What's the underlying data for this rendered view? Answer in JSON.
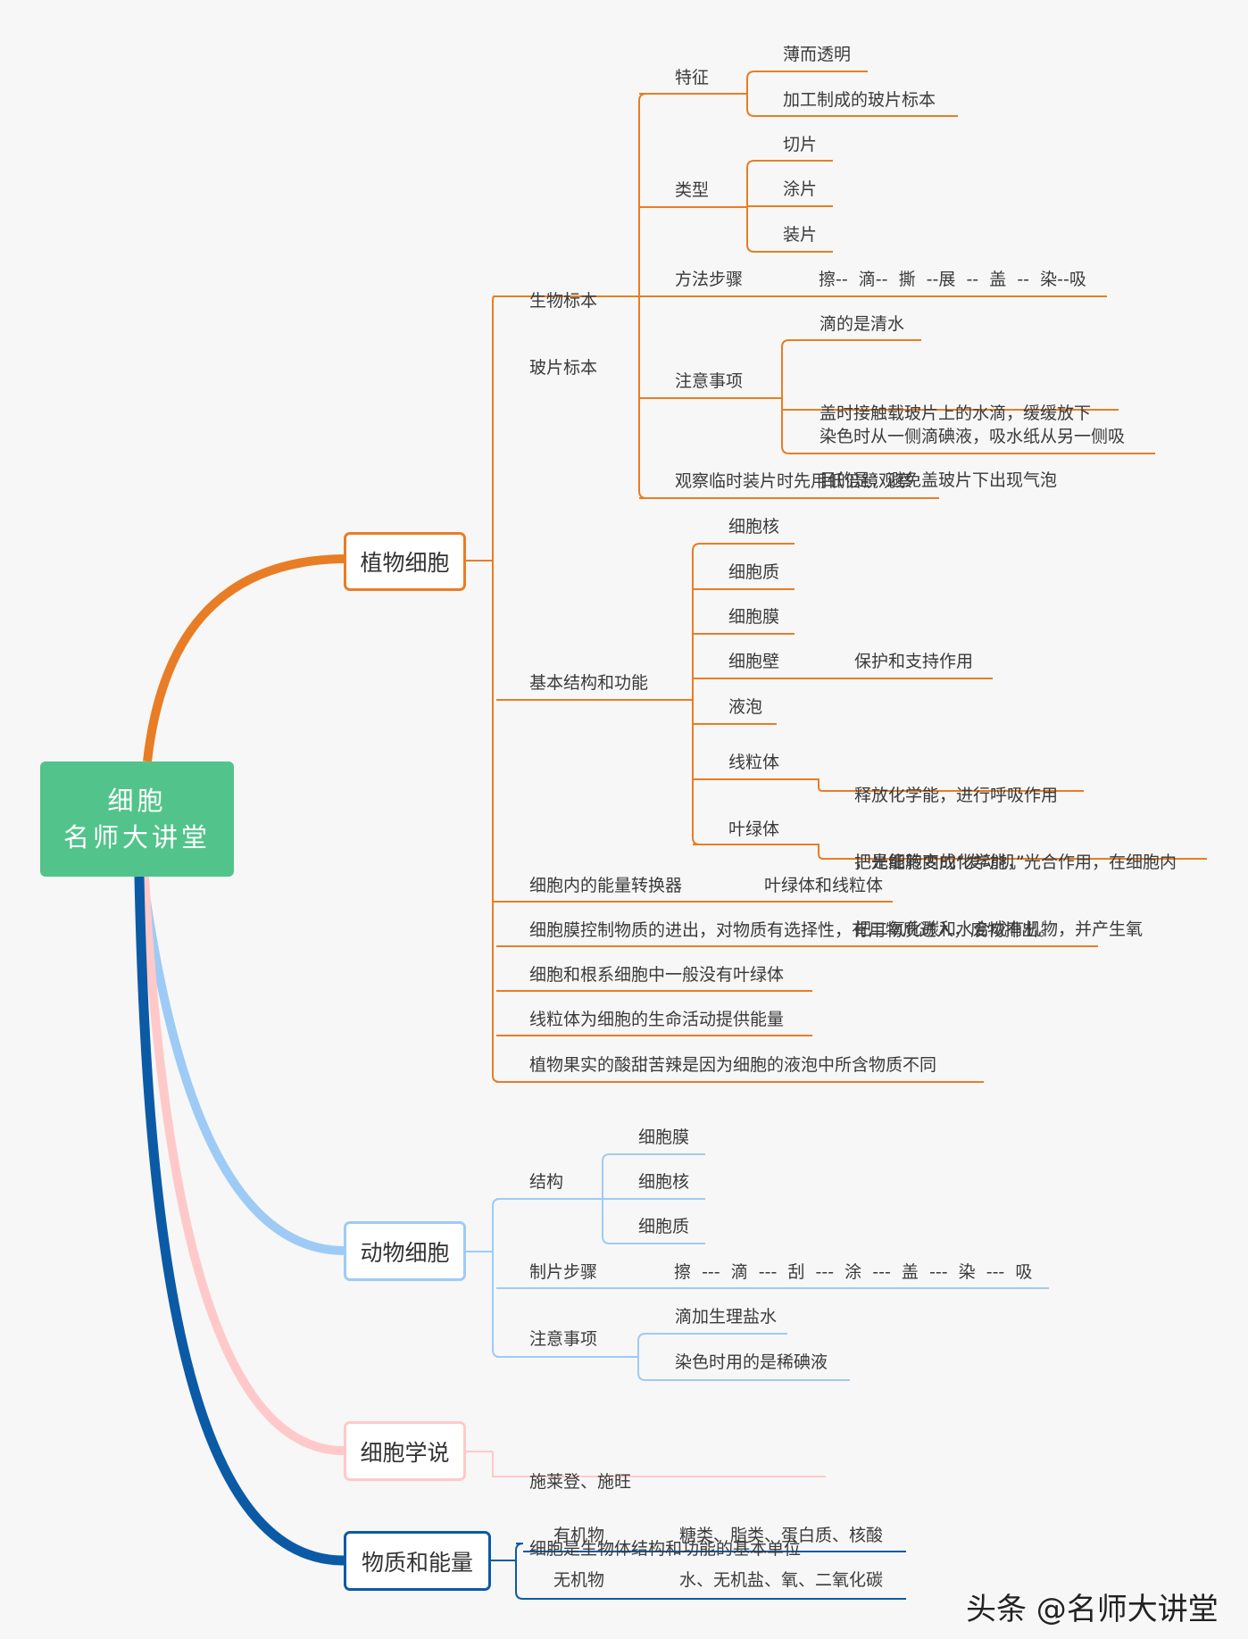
{
  "central": {
    "line1": "细胞",
    "line2": "名师大讲堂",
    "color": "#52c48b"
  },
  "colors": {
    "plant": "#e87d25",
    "animal": "#9ecbf5",
    "theory": "#ffc9c9",
    "matter": "#0b5aa6"
  },
  "plant": {
    "label": "植物细胞",
    "specimen": {
      "label_line1": "生物标本",
      "label_line2": "玻片标本",
      "features": {
        "label": "特征",
        "items": [
          "薄而透明",
          "加工制成的玻片标本"
        ]
      },
      "types": {
        "label": "类型",
        "items": [
          "切片",
          "涂片",
          "装片"
        ]
      },
      "method": {
        "label": "方法步骤",
        "value": "擦--  滴--  撕  --展  --  盖  --  染--吸"
      },
      "notes": {
        "label": "注意事项",
        "items": [
          "滴的是清水",
          "盖时接触载玻片上的水滴，缓缓放下",
          "目的是：避免盖玻片下出现气泡",
          "染色时从一侧滴碘液，吸水纸从另一侧吸"
        ]
      },
      "observe": "观察临时装片时先用低倍镜观察"
    },
    "structure": {
      "label": "基本结构和功能",
      "items": [
        {
          "name": "细胞核"
        },
        {
          "name": "细胞质"
        },
        {
          "name": "细胞膜"
        },
        {
          "name": "细胞壁",
          "desc": "保护和支持作用"
        },
        {
          "name": "液泡"
        },
        {
          "name": "线粒体",
          "desc1": "释放化学能，进行呼吸作用",
          "desc2": "，是细胞内的“发动机”"
        },
        {
          "name": "叶绿体",
          "desc1": "把光能转变成化学能，光合作用，在细胞内",
          "desc2": "把二氧化碳和水合成有机物，并产生氧"
        }
      ]
    },
    "energy": {
      "label": "细胞内的能量转换器",
      "value": "叶绿体和线粒体"
    },
    "facts": [
      "细胞膜控制物质的进出，对物质有选择性，有用物质进入，废物排出。",
      "细胞和根系细胞中一般没有叶绿体",
      "线粒体为细胞的生命活动提供能量",
      "植物果实的酸甜苦辣是因为细胞的液泡中所含物质不同"
    ]
  },
  "animal": {
    "label": "动物细胞",
    "structure": {
      "label": "结构",
      "items": [
        "细胞膜",
        "细胞核",
        "细胞质"
      ]
    },
    "steps": {
      "label": "制片步骤",
      "value": "擦  ---  滴  ---  刮  ---  涂  ---  盖  ---  染  ---  吸"
    },
    "notes": {
      "label": "注意事项",
      "items": [
        "滴加生理盐水",
        "染色时用的是稀碘液"
      ]
    }
  },
  "theory": {
    "label": "细胞学说",
    "line1": "施莱登、施旺",
    "line2": "细胞是生物体结构和功能的基本单位"
  },
  "matter": {
    "label": "物质和能量",
    "organic": {
      "label": "有机物",
      "value": "糖类、脂类、蛋白质、核酸"
    },
    "inorganic": {
      "label": "无机物",
      "value": "水、无机盐、氧、二氧化碳"
    }
  },
  "watermark": "头条 @名师大讲堂"
}
